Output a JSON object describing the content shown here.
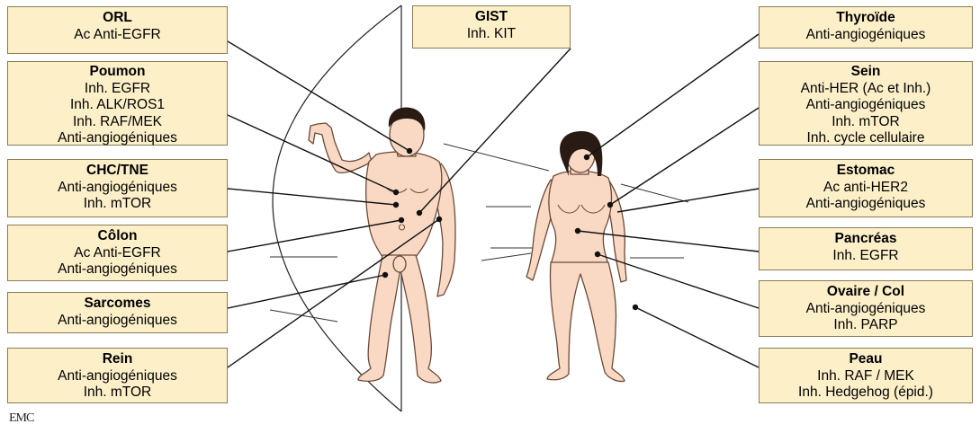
{
  "boxes": [
    {
      "title": "ORL",
      "lines": [
        "Ac Anti-EGFR"
      ]
    },
    {
      "title": "Poumon",
      "lines": [
        "Inh. EGFR",
        "Inh. ALK/ROS1",
        "Inh. RAF/MEK",
        "Anti-angiogéniques"
      ]
    },
    {
      "title": "CHC/TNE",
      "lines": [
        "Anti-angiogéniques",
        "Inh. mTOR"
      ]
    },
    {
      "title": "Côlon",
      "lines": [
        "Ac Anti-EGFR",
        "Anti-angiogéniques"
      ]
    },
    {
      "title": "Sarcomes",
      "lines": [
        "Anti-angiogéniques"
      ]
    },
    {
      "title": "Rein",
      "lines": [
        "Anti-angiogéniques",
        "Inh. mTOR"
      ]
    },
    {
      "title": "GIST",
      "lines": [
        "Inh. KIT"
      ]
    },
    {
      "title": "Thyroïde",
      "lines": [
        "Anti-angiogéniques"
      ]
    },
    {
      "title": "Sein",
      "lines": [
        "Anti-HER (Ac et Inh.)",
        "Anti-angiogéniques",
        "Inh. mTOR",
        "Inh. cycle cellulaire"
      ]
    },
    {
      "title": "Estomac",
      "lines": [
        "Ac anti-HER2",
        "Anti-angiogéniques"
      ]
    },
    {
      "title": "Pancréas",
      "lines": [
        "Inh. EGFR"
      ]
    },
    {
      "title": "Ovaire / Col",
      "lines": [
        "Anti-angiogéniques",
        "Inh. PARP"
      ]
    },
    {
      "title": "Peau",
      "lines": [
        "Inh. RAF / MEK",
        "Inh. Hedgehog (épid.)"
      ]
    }
  ],
  "logo": "EMC",
  "colors": {
    "box_fill": "#fdf0c9",
    "box_border": "#8a7a55",
    "skin": "#f9d9c3",
    "outline": "#6b4a3a",
    "hair": "#2a1a14",
    "leader": "#111111"
  }
}
